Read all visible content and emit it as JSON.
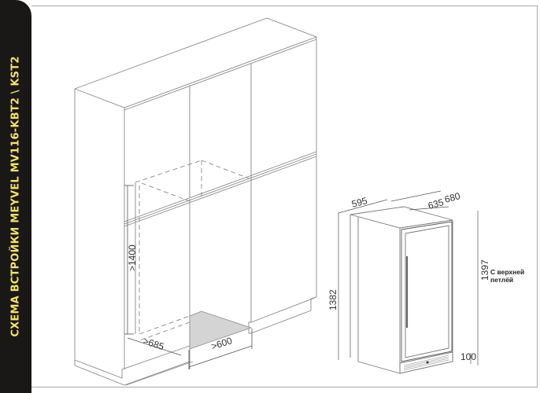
{
  "title": "СХЕМА ВСТРОЙКИ MEYVEL  MV116-KBT2 \\ KST2",
  "colors": {
    "sidebar_bg": "#1a1816",
    "title_text": "#f2e36a",
    "line": "#8a8a8a",
    "floor_fill": "#d4d4d4",
    "frame": "#a8a8a8"
  },
  "niche": {
    "height_label": ">1400",
    "depth_label": ">685",
    "width_label": ">600"
  },
  "appliance": {
    "width_label": "595",
    "depth_label": "635",
    "depth_with_door_label": "680",
    "height_label": "1382",
    "height_with_hinge_label": "1397",
    "plinth_label": "100",
    "note_line1": "С верхней",
    "note_line2": "петлёй"
  }
}
